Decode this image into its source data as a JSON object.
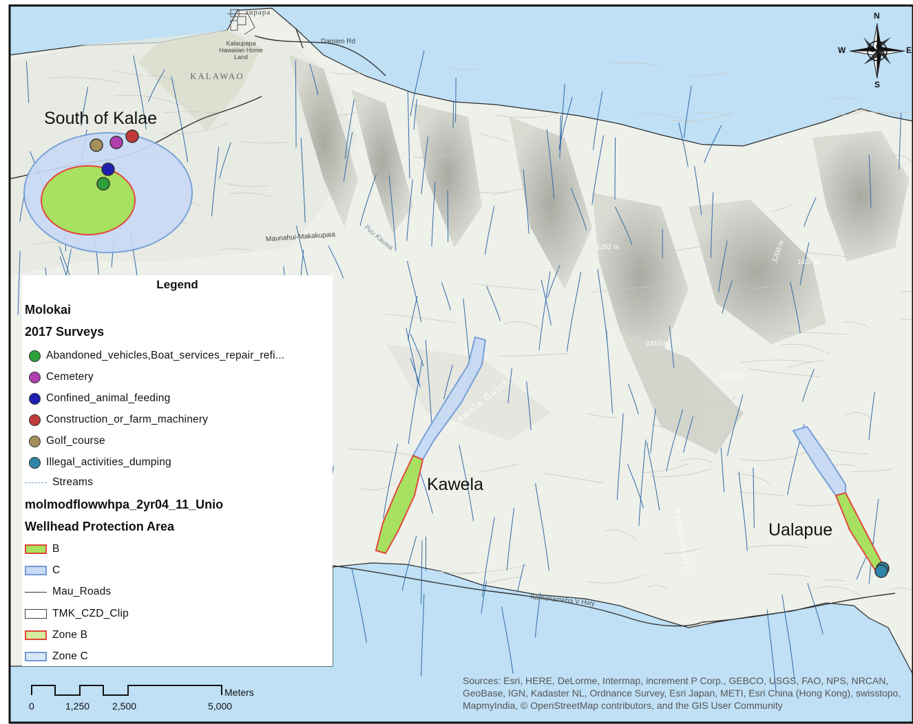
{
  "map": {
    "colors": {
      "water": "#bfe0f5",
      "land": "#eef0ea",
      "ridge": "#b7b7b0",
      "stream": "#2e6aa8",
      "road": "#333333",
      "zone_b_fill": "#a8e060",
      "zone_b_stroke": "#e0483c",
      "zone_c_fill": "#c8daf5",
      "zone_c_stroke": "#6f9bd8"
    },
    "labels": {
      "south_of_kalae": "South of Kalae",
      "kawela": "Kawela",
      "ualapue": "Ualapue",
      "kalaupapa_town": "aupapa",
      "kalaupapa_homeland": "Kalaupapa Hawaiian Home Land",
      "kalawao": "KALAWAO",
      "damien_rd": "Damien Rd",
      "maunahui_makakupaia": "Maunahui-Makakupaia",
      "puu_kauwa": "Puu Kauwa",
      "elev_1251": "1251 m",
      "elev_1407": "1407 m",
      "elev_1410": "1410 m",
      "elev_1526": "1526 m",
      "elev_1200": "1200 m",
      "kamalo_gulch": "Kamalo Gulch",
      "kawela_gulch": "Kawela Gulch",
      "kamehameha_v_hwy": "Kamehameha V Hwy"
    },
    "survey_points": [
      {
        "category": "Golf_course",
        "color": "#a4905a"
      },
      {
        "category": "Cemetery",
        "color": "#b03fb0"
      },
      {
        "category": "Construction_or_farm_machinery",
        "color": "#c03a3a"
      },
      {
        "category": "Confined_animal_feeding",
        "color": "#2020b0"
      },
      {
        "category": "Abandoned_vehicles,Boat_services_repair_refi...",
        "color": "#2ea03a"
      },
      {
        "category": "Illegal_activities_dumping",
        "color": "#2f86a8"
      },
      {
        "category": "Illegal_activities_dumping",
        "color": "#2f86a8"
      }
    ]
  },
  "compass": {
    "n": "N",
    "s": "S",
    "e": "E",
    "w": "W"
  },
  "legend": {
    "title": "Legend",
    "group1": "Molokai",
    "group2": "2017 Surveys",
    "surveys": [
      {
        "label": "Abandoned_vehicles,Boat_services_repair_refi...",
        "color": "#2ea03a"
      },
      {
        "label": "Cemetery",
        "color": "#b03fb0"
      },
      {
        "label": "Confined_animal_feeding",
        "color": "#2020b0"
      },
      {
        "label": "Construction_or_farm_machinery",
        "color": "#c03a3a"
      },
      {
        "label": "Golf_course",
        "color": "#a4905a"
      },
      {
        "label": "Illegal_activities_dumping",
        "color": "#2f86a8"
      }
    ],
    "streams": "Streams",
    "group3": "molmodflowwhpa_2yr04_11_Unio",
    "group4": "Wellhead Protection Area",
    "whpa_b": "B",
    "whpa_c": "C",
    "roads": "Mau_Roads",
    "tmk": "TMK_CZD_Clip",
    "zone_b": "Zone B",
    "zone_c": "Zone C"
  },
  "scale_bar": {
    "unit": "Meters",
    "ticks": [
      "0",
      "1,250",
      "2,500",
      "5,000"
    ]
  },
  "credits": "Sources: Esri, HERE, DeLorme, Intermap, increment P Corp., GEBCO, USGS, FAO, NPS, NRCAN, GeoBase, IGN, Kadaster NL, Ordnance Survey, Esri Japan, METI, Esri China (Hong Kong), swisstopo, MapmyIndia, © OpenStreetMap contributors, and the GIS User Community"
}
